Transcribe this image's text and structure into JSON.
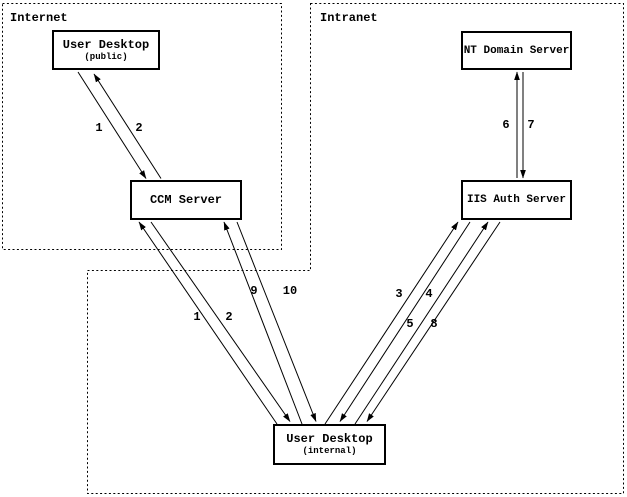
{
  "regions": {
    "internet": {
      "label": "Internet"
    },
    "intranet": {
      "label": "Intranet"
    }
  },
  "nodes": {
    "user_desktop_public": {
      "title": "User Desktop",
      "subtitle": "(public)"
    },
    "ccm_server": {
      "title": "CCM Server"
    },
    "nt_domain_server": {
      "title": "NT Domain Server"
    },
    "iis_auth_server": {
      "title": "IIS Auth Server"
    },
    "user_desktop_internal": {
      "title": "User Desktop",
      "subtitle": "(internal)"
    }
  },
  "edges": {
    "public_desktop_to_ccm": {
      "label": "1"
    },
    "ccm_to_public_desktop": {
      "label": "2"
    },
    "internal_desktop_to_ccm_1": {
      "label": "1"
    },
    "ccm_to_internal_desktop_2": {
      "label": "2"
    },
    "internal_desktop_to_iis_3": {
      "label": "3"
    },
    "iis_to_internal_desktop_4": {
      "label": "4"
    },
    "internal_desktop_to_iis_5": {
      "label": "5"
    },
    "iis_to_nt_domain_6": {
      "label": "6"
    },
    "nt_domain_to_iis_7": {
      "label": "7"
    },
    "iis_to_internal_desktop_8": {
      "label": "8"
    },
    "internal_desktop_to_ccm_9": {
      "label": "9"
    },
    "ccm_to_internal_desktop_10": {
      "label": "10"
    }
  },
  "colors": {
    "line": "#000000",
    "background": "#ffffff",
    "box_border": "#000000",
    "box_fill": "#ffffff"
  }
}
